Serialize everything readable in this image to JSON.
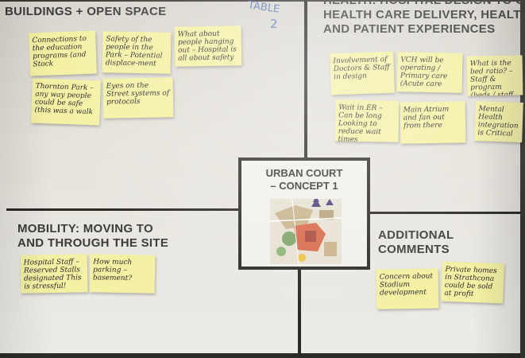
{
  "quadrants": {
    "top_left": "BUILDINGS + OPEN SPACE",
    "top_right": [
      "HEALTH: HOSPITAL DESIGN TO OP",
      "HEALTH CARE DELIVERY, HEALTH C",
      "AND PATIENT EXPERIENCES"
    ],
    "bottom_left": [
      "MOBILITY: MOVING TO",
      "AND THROUGH THE SITE"
    ],
    "bottom_right": [
      "ADDITIONAL",
      "COMMENTS"
    ]
  },
  "center": {
    "title": [
      "URBAN COURT",
      "– CONCEPT 1"
    ]
  },
  "table_tag": [
    "TABLE",
    "2"
  ],
  "notes": {
    "buildings": [
      "Connections to the education programs (and Stock",
      "Safety of the people in the Park – Potential displace-ment",
      "What about people hanging out – Hospital is all about safety",
      "Thornton Park – any way people could be safe (this was a walk",
      "Eyes on the Street systems of protocols"
    ],
    "health": [
      "Involvement of Doctors & Staff in design",
      "VCH will be operating / Primary care (Acute care",
      "What is the bed ratio? – Staff & program (beds / staff",
      "Wait in ER – Can be long Looking to reduce wait times",
      "Main Atrium and fan out from there",
      "Mental Health integration is Critical"
    ],
    "mobility": [
      "Hospital Staff – Reserved Stalls designated This is stressful!",
      "How much parking – basement?"
    ],
    "comments": [
      "Concern about Stadium development",
      "Private homes in Strathcona could be sold at profit"
    ]
  }
}
